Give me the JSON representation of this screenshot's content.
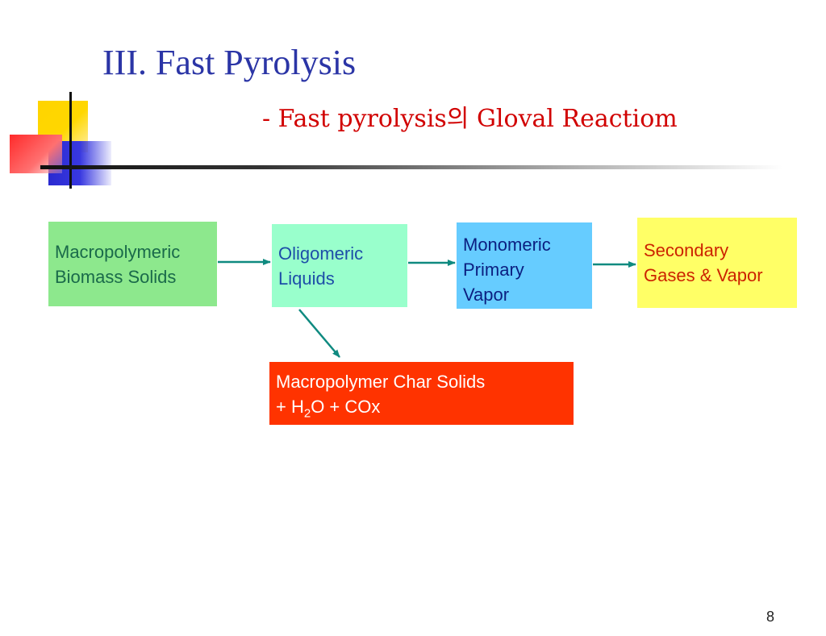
{
  "slide": {
    "title": "III. Fast Pyrolysis",
    "subtitle": "- Fast pyrolysis의 Gloval Reactiom",
    "page_number": "8"
  },
  "diagram": {
    "nodes": [
      {
        "id": "biomass",
        "label": "Macropolymeric\nBiomass Solids",
        "color": "#8de88d"
      },
      {
        "id": "oligo",
        "label": "Oligomeric\nLiquids",
        "color": "#99ffcc"
      },
      {
        "id": "mono",
        "label": "Monomeric\nPrimary\nVapor",
        "color": "#66ccff"
      },
      {
        "id": "secondary",
        "label": "Secondary\nGases & Vapor",
        "color": "#ffff66"
      },
      {
        "id": "char",
        "label_line1": "Macropolymer Char Solids",
        "label_line2_prefix": "+ H",
        "label_line2_sub": "2",
        "label_line2_suffix": "O + COx",
        "color": "#ff3300"
      }
    ],
    "edges": [
      {
        "from": "biomass",
        "to": "oligo"
      },
      {
        "from": "oligo",
        "to": "mono"
      },
      {
        "from": "mono",
        "to": "secondary"
      },
      {
        "from": "oligo",
        "to": "char"
      }
    ],
    "arrow_color": "#0f8a80"
  }
}
